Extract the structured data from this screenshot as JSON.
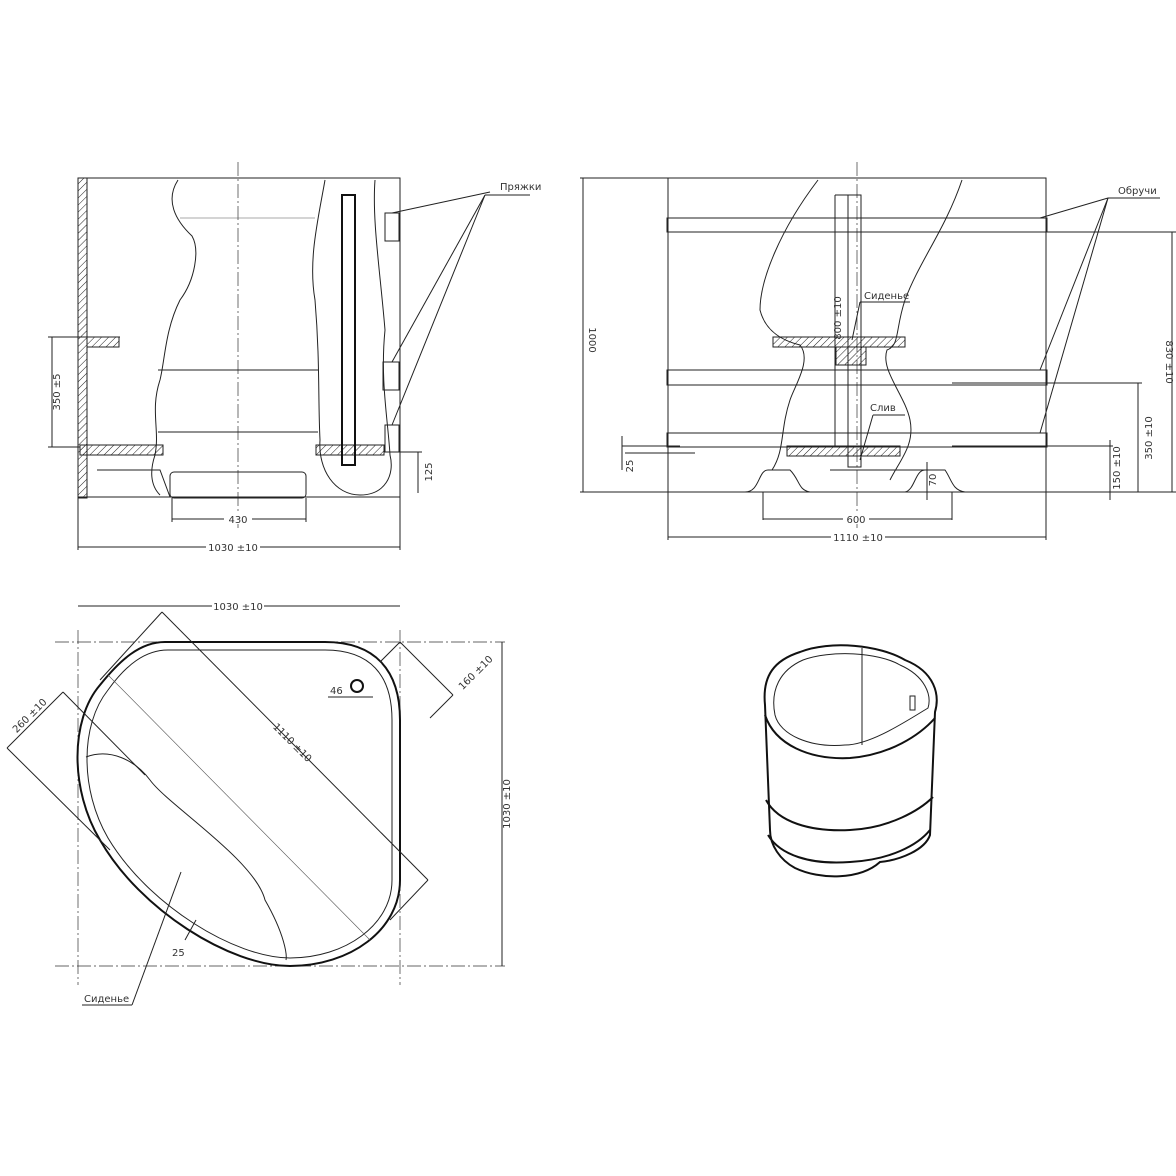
{
  "front_view": {
    "label_buckles": "Пряжки",
    "dim_seat_height": "350 ±5",
    "dim_feet": "125",
    "dim_base": "430",
    "dim_width": "1030 ±10"
  },
  "side_view": {
    "label_hoops": "Обручи",
    "label_seat": "Сиденье",
    "label_drain": "Слив",
    "dim_height": "1000",
    "dim_inner": "800 ±10",
    "dim_830": "830 ±10",
    "dim_350": "350 ±10",
    "dim_150": "150 ±10",
    "dim_70": "70",
    "dim_25": "25",
    "dim_base": "600",
    "dim_width": "1110 ±10"
  },
  "top_view": {
    "dim_width": "1030 ±10",
    "dim_depth": "1030 ±10",
    "dim_diagonal": "1110 ±10",
    "dim_corner": "160 ±10",
    "dim_seat": "260 ±10",
    "dim_drain": "46",
    "dim_rim": "25",
    "label_seat": "Сиденье"
  }
}
